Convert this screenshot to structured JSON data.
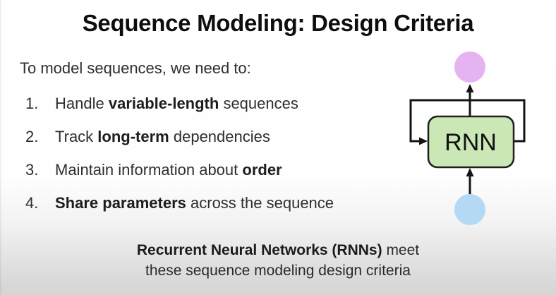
{
  "slide": {
    "title": "Sequence Modeling: Design Criteria",
    "intro": "To model sequences, we need to:",
    "criteria": [
      {
        "num": "1.",
        "pre": "Handle ",
        "bold": "variable-length",
        "post": " sequences"
      },
      {
        "num": "2.",
        "pre": "Track ",
        "bold": "long-term",
        "post": " dependencies"
      },
      {
        "num": "3.",
        "pre": "Maintain information about ",
        "bold": "order",
        "post": ""
      },
      {
        "num": "4.",
        "pre": "",
        "bold": "Share parameters",
        "post": " across the sequence"
      }
    ],
    "caption": {
      "bold": "Recurrent Neural Networks (RNNs)",
      "regular": " meet",
      "line2": "these sequence modeling design criteria"
    }
  },
  "diagram": {
    "box_label": "RNN",
    "colors": {
      "output_node": "#e6b3f2",
      "input_node": "#b4d9f4",
      "rnn_box_fill": "#cbe7b6",
      "stroke": "#141414",
      "box_border": "#1f1f1f"
    }
  }
}
